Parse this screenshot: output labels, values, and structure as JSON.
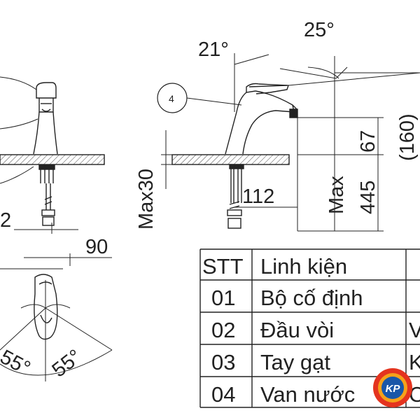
{
  "dimensions": {
    "angle_21": "21°",
    "angle_25": "25°",
    "callout_4": "4",
    "d_160": "(160)",
    "d_67": "67",
    "d_445": "445",
    "d_max": "Max",
    "d_max30": "Max30",
    "d_112": "112",
    "d_90": "90",
    "d_2": "2",
    "angle_55_left": "55°",
    "angle_55_right": "55°"
  },
  "table": {
    "headers": [
      "STT",
      "Linh kiện"
    ],
    "rows": [
      {
        "stt": "01",
        "name": "Bộ cố định",
        "extra": ""
      },
      {
        "stt": "02",
        "name": "Đầu vòi",
        "extra": "V"
      },
      {
        "stt": "03",
        "name": "Tay gạt",
        "extra": "K"
      },
      {
        "stt": "04",
        "name": "Van nước",
        "extra": "C"
      }
    ]
  },
  "logo": {
    "text": "KP",
    "colors": {
      "outer": "#e4341f",
      "ring": "#f6a11a",
      "inner": "#1a57a8"
    }
  }
}
